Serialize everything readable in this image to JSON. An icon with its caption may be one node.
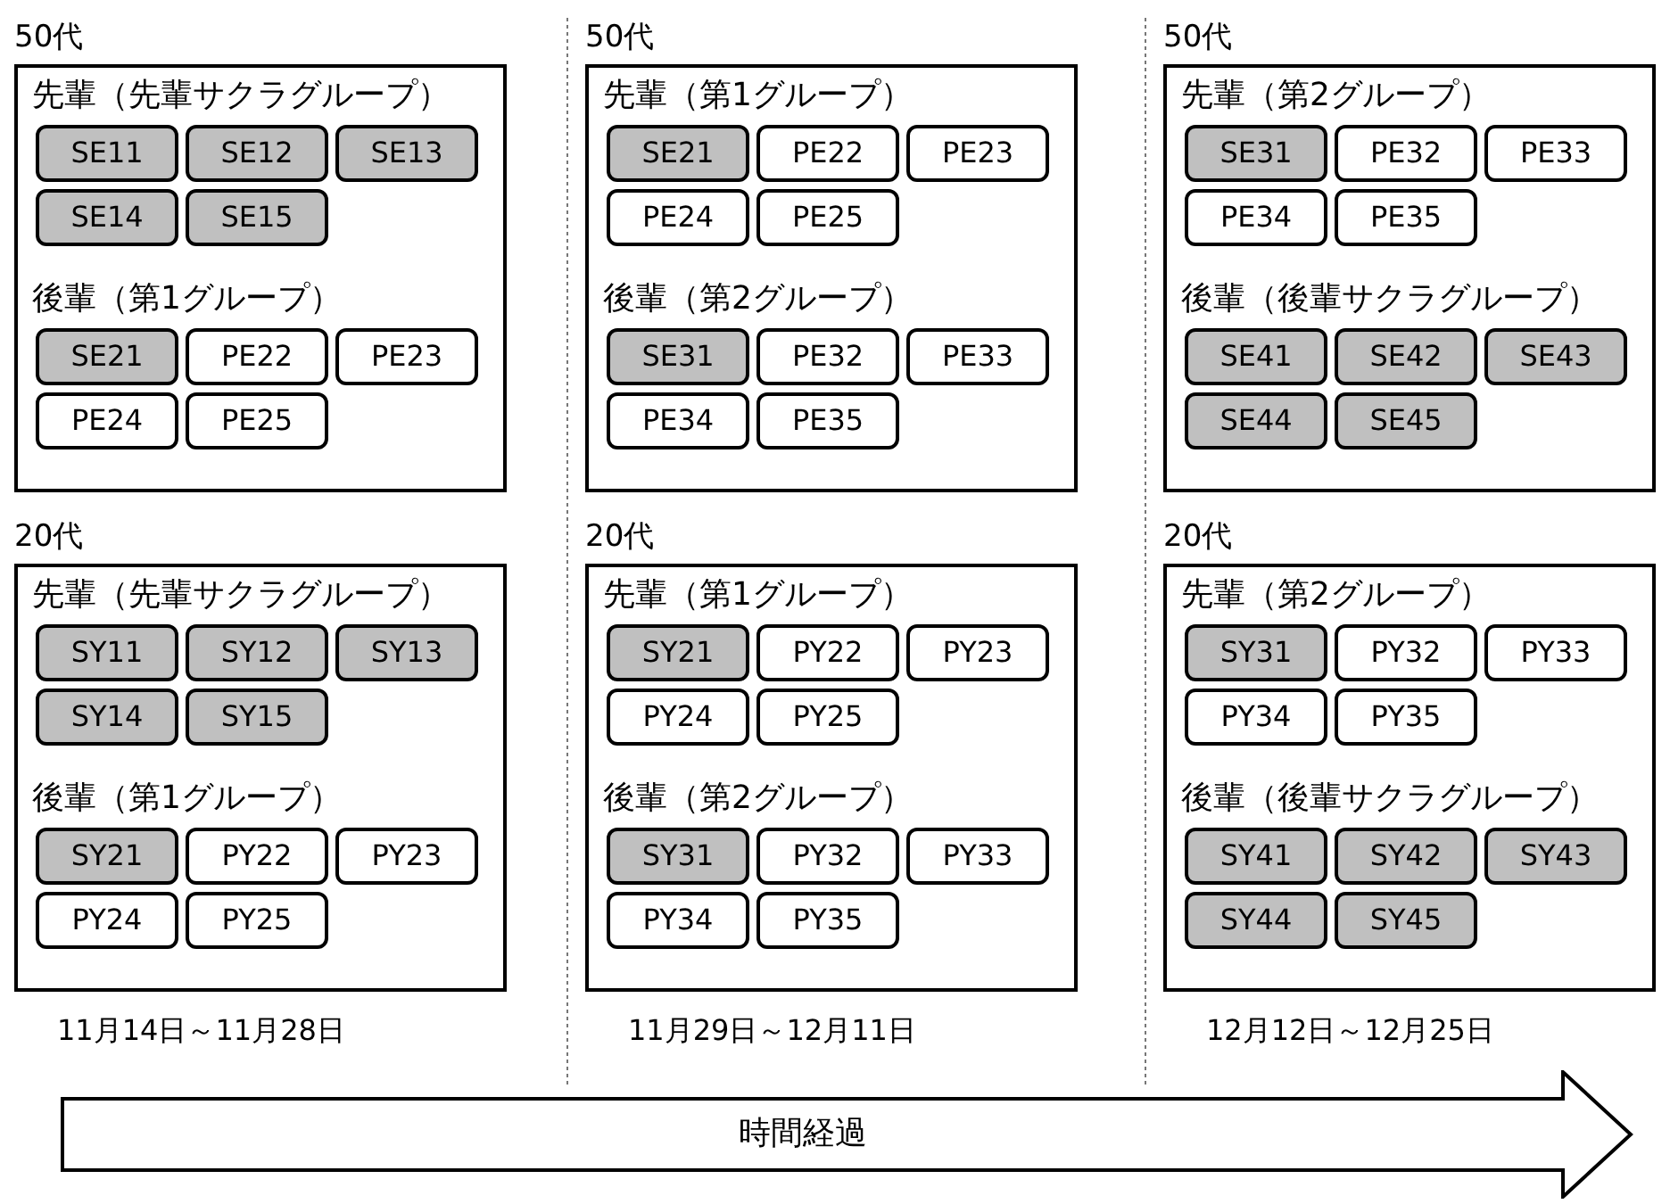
{
  "diagram": {
    "nodes": [
      {
        "text": [
          "50代",
          "先輩（先輩サクラグループ）",
          "後輩（第1グループ）"
        ]
      },
      {
        "text": [
          "SE11"
        ],
        "in": 0
      },
      {
        "text": [
          "SE12"
        ],
        "in": 0
      },
      {
        "text": [
          "SE13"
        ],
        "in": 0
      },
      {
        "text": [
          "SE14"
        ],
        "in": 0
      },
      {
        "text": [
          "SE15"
        ],
        "in": 0
      },
      {
        "text": [
          "SE21"
        ],
        "in": 0
      },
      {
        "text": [
          "PE22"
        ],
        "in": 0
      },
      {
        "text": [
          "PE23"
        ],
        "in": 0
      },
      {
        "text": [
          "PE24"
        ],
        "in": 0
      },
      {
        "text": [
          "PE25"
        ],
        "in": 0
      },
      {
        "text": [
          "20代",
          "先輩（先輩サクラグループ）",
          "後輩（第1グループ）"
        ]
      },
      {
        "text": [
          "SY11"
        ],
        "in": 11
      },
      {
        "text": [
          "SY12"
        ],
        "in": 11
      },
      {
        "text": [
          "SY13"
        ],
        "in": 11
      },
      {
        "text": [
          "SY14"
        ],
        "in": 11
      },
      {
        "text": [
          "SY15"
        ],
        "in": 11
      },
      {
        "text": [
          "SY21"
        ],
        "in": 11
      },
      {
        "text": [
          "PY22"
        ],
        "in": 11
      },
      {
        "text": [
          "PY23"
        ],
        "in": 11
      },
      {
        "text": [
          "PY24"
        ],
        "in": 11
      },
      {
        "text": [
          "PY25"
        ],
        "in": 11
      },
      {
        "text": [
          "50代",
          "先輩（第1グループ）",
          "後輩（第2グループ）"
        ]
      },
      {
        "text": [
          "SE21"
        ],
        "in": 22
      },
      {
        "text": [
          "PE22"
        ],
        "in": 22
      },
      {
        "text": [
          "PE23"
        ],
        "in": 22
      },
      {
        "text": [
          "PE24"
        ],
        "in": 22
      },
      {
        "text": [
          "PE25"
        ],
        "in": 22
      },
      {
        "text": [
          "SE31"
        ],
        "in": 22
      },
      {
        "text": [
          "PE32"
        ],
        "in": 22
      },
      {
        "text": [
          "PE33"
        ],
        "in": 22
      },
      {
        "text": [
          "PE34"
        ],
        "in": 22
      },
      {
        "text": [
          "PE35"
        ],
        "in": 22
      },
      {
        "text": [
          "20代",
          "先輩（第1グループ）",
          "後輩（第2グループ）"
        ]
      },
      {
        "text": [
          "SY21"
        ],
        "in": 33
      },
      {
        "text": [
          "PY22"
        ],
        "in": 33
      },
      {
        "text": [
          "PY23"
        ],
        "in": 33
      },
      {
        "text": [
          "PY24"
        ],
        "in": 33
      },
      {
        "text": [
          "PY25"
        ],
        "in": 33
      },
      {
        "text": [
          "SY31"
        ],
        "in": 33
      },
      {
        "text": [
          "PY32"
        ],
        "in": 33
      },
      {
        "text": [
          "PY33"
        ],
        "in": 33
      },
      {
        "text": [
          "PY34"
        ],
        "in": 33
      },
      {
        "text": [
          "PY35"
        ],
        "in": 33
      },
      {
        "text": [
          "50代",
          "先輩（第2グループ）",
          "後輩（後輩サクラグループ）"
        ]
      },
      {
        "text": [
          "SE31"
        ],
        "in": 44
      },
      {
        "text": [
          "PE32"
        ],
        "in": 44
      },
      {
        "text": [
          "PE33"
        ],
        "in": 44
      },
      {
        "text": [
          "PE34"
        ],
        "in": 44
      },
      {
        "text": [
          "PE35"
        ],
        "in": 44
      },
      {
        "text": [
          "SE41"
        ],
        "in": 44
      },
      {
        "text": [
          "SE42"
        ],
        "in": 44
      },
      {
        "text": [
          "SE43"
        ],
        "in": 44
      },
      {
        "text": [
          "SE44"
        ],
        "in": 44
      },
      {
        "text": [
          "SE45"
        ],
        "in": 44
      },
      {
        "text": [
          "20代",
          "先輩（第2グループ）",
          "後輩（後輩サクラグループ）"
        ]
      },
      {
        "text": [
          "SY31"
        ],
        "in": 55
      },
      {
        "text": [
          "PY32"
        ],
        "in": 55
      },
      {
        "text": [
          "PY33"
        ],
        "in": 55
      },
      {
        "text": [
          "PY34"
        ],
        "in": 55
      },
      {
        "text": [
          "PY35"
        ],
        "in": 55
      },
      {
        "text": [
          "SY41"
        ],
        "in": 55
      },
      {
        "text": [
          "SY42"
        ],
        "in": 55
      },
      {
        "text": [
          "SY43"
        ],
        "in": 55
      },
      {
        "text": [
          "SY44"
        ],
        "in": 55
      },
      {
        "text": [
          "SY45"
        ],
        "in": 55
      },
      {
        "text": [
          "時間経過"
        ]
      }
    ],
    "labels": [
      "11月14日～11月28日",
      "11月29日～12月11日",
      "12月12日～12月25日"
    ]
  }
}
